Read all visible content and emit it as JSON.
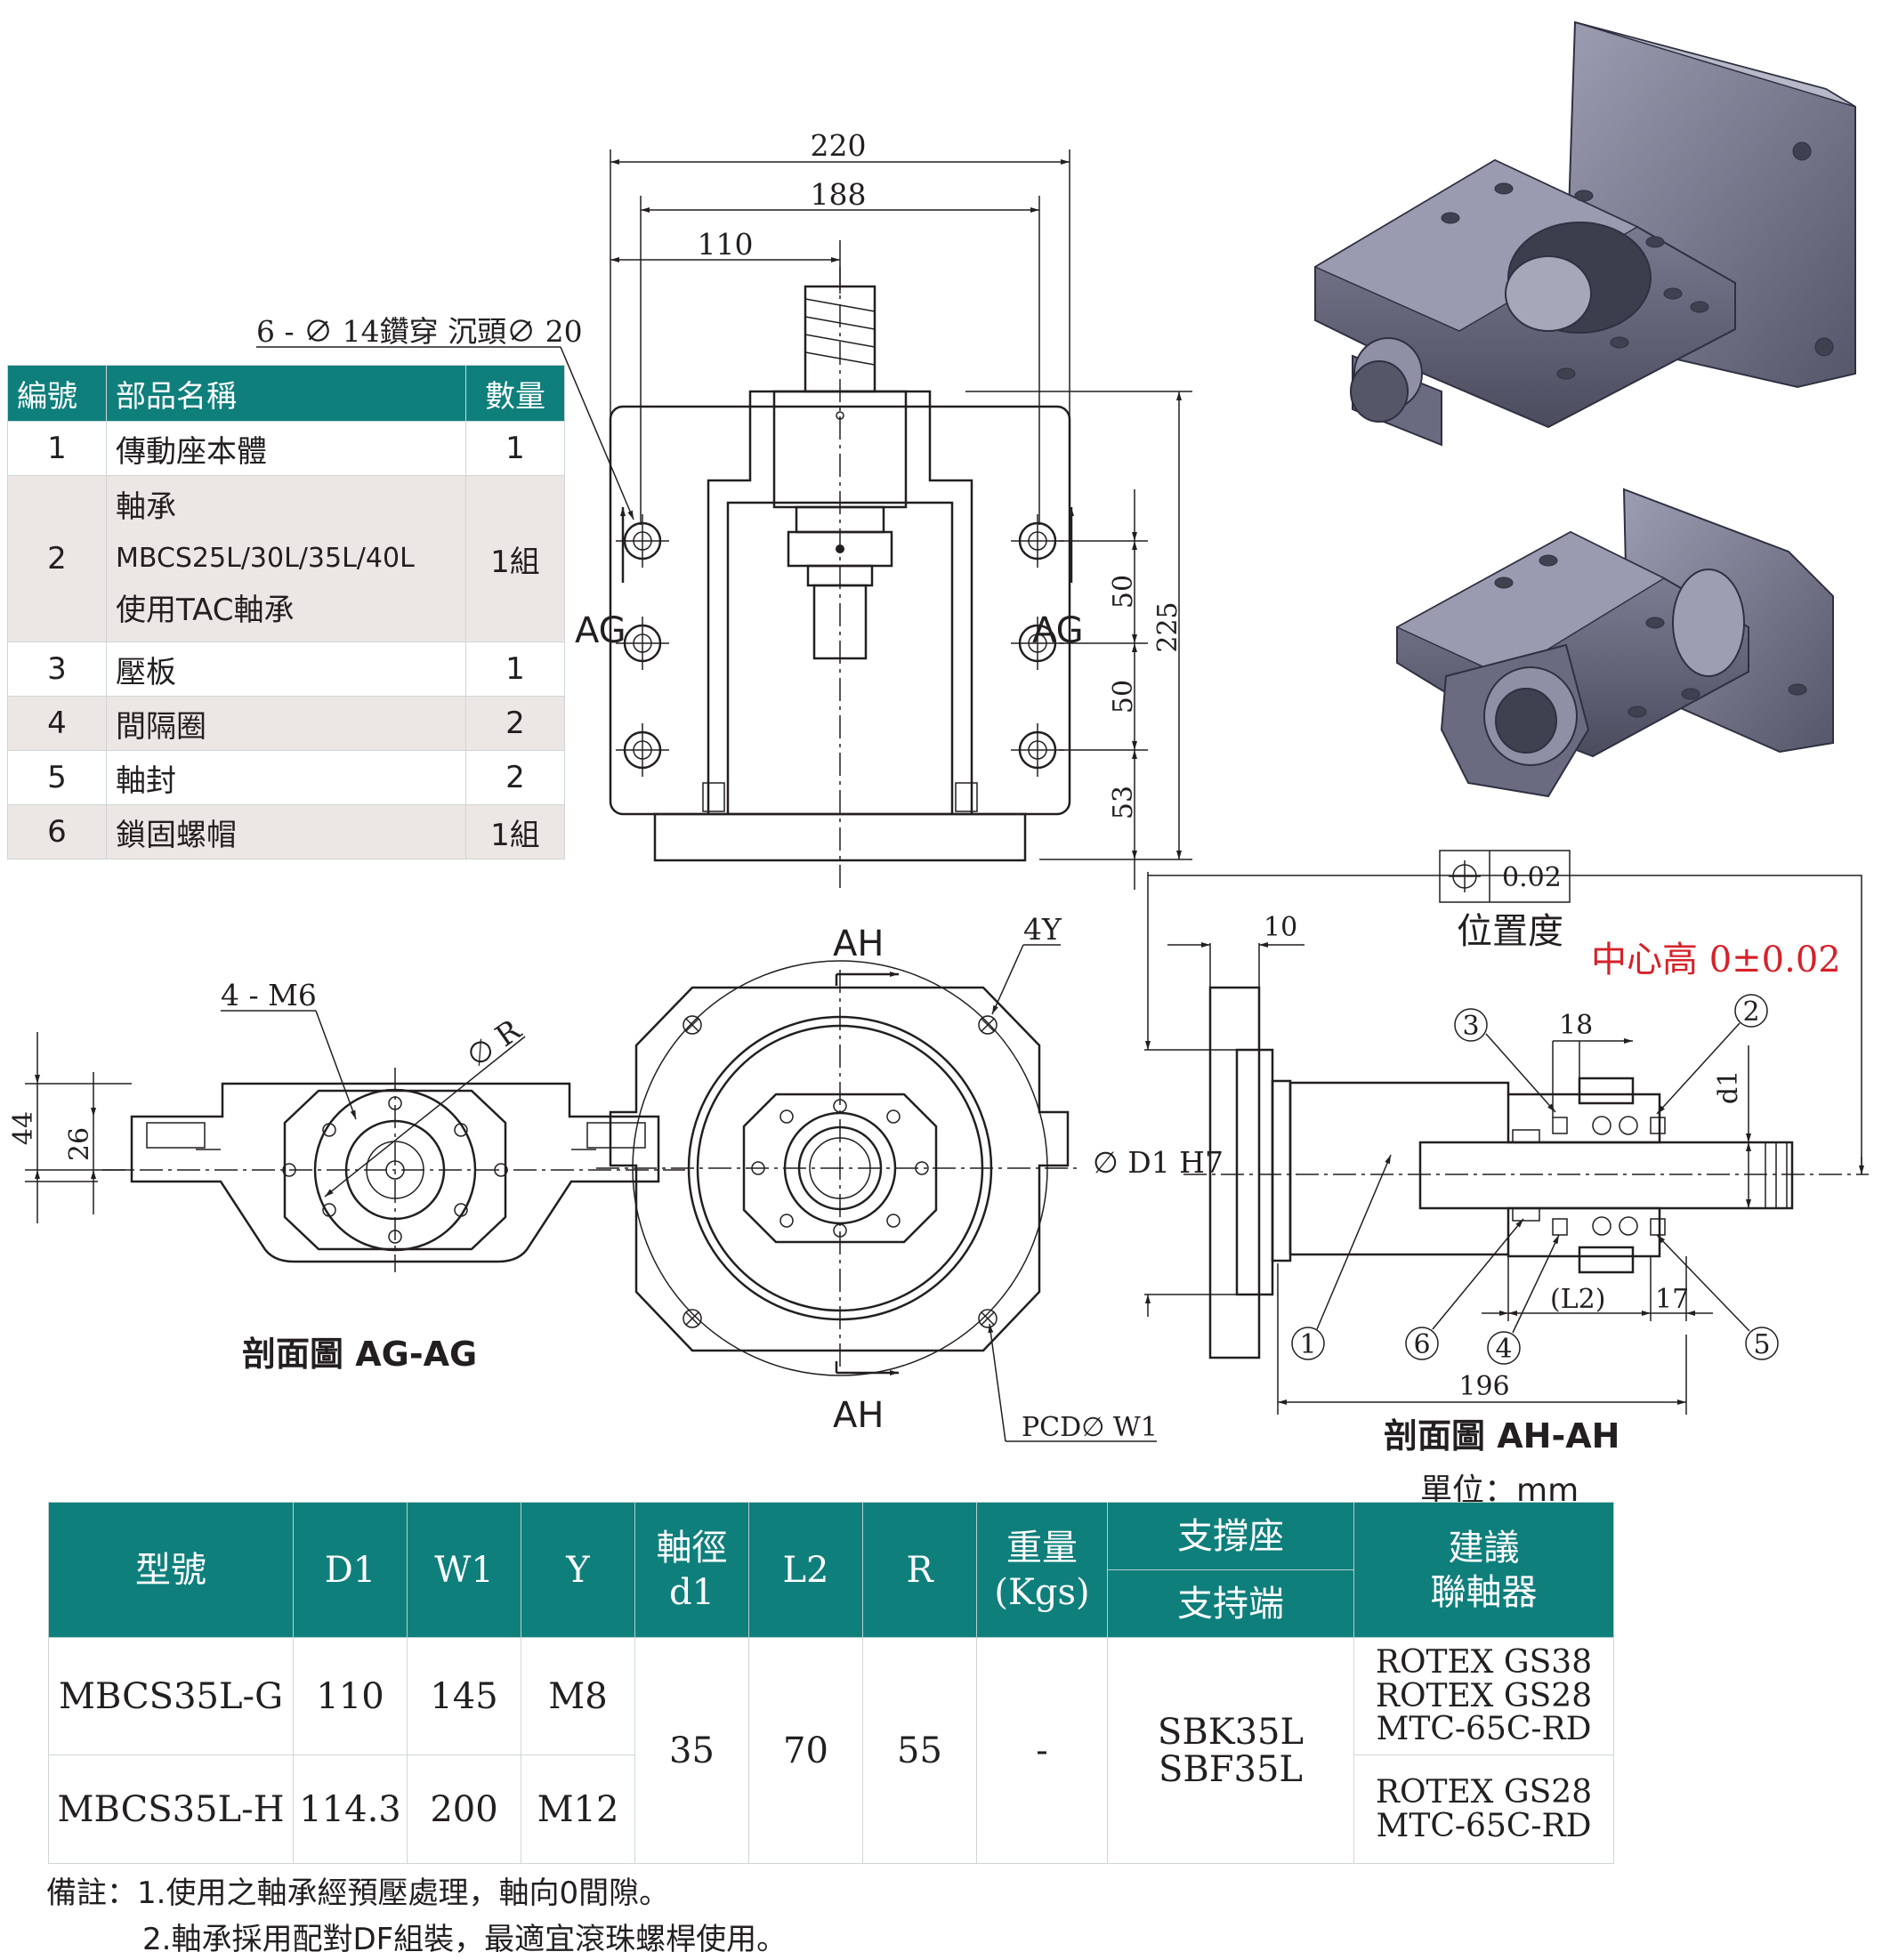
{
  "dimensions": {
    "d220": "220",
    "d188": "188",
    "d110": "110",
    "d225": "225",
    "d50a": "50",
    "d50b": "50",
    "d53": "53",
    "d10": "10",
    "d18": "18",
    "d196": "196",
    "d17": "17",
    "dL2": "(L2)",
    "d44": "44",
    "d26": "26"
  },
  "labels": {
    "holes": "6 - ∅ 14鑽穿 沉頭∅ 20",
    "m6": "4 - M6",
    "phiR": "∅ R",
    "y4": "4Y",
    "pcd": "PCD∅ W1",
    "d1h7": "∅ D1 H7",
    "d1": "d1",
    "ag_left": "AG",
    "ag_right": "AG",
    "ah_top": "AH",
    "ah_bottom": "AH",
    "tolerance": "0.02",
    "position_degree": "位置度",
    "center_height": "中心高 0±0.02",
    "section_ag": "剖面圖 AG-AG",
    "section_ah": "剖面圖 AH-AH",
    "balloons": [
      "1",
      "2",
      "3",
      "4",
      "5",
      "6"
    ]
  },
  "parts_table": {
    "headers": [
      "編號",
      "部品名稱",
      "數量"
    ],
    "rows": [
      {
        "no": "1",
        "name": "傳動座本體",
        "qty": "1"
      },
      {
        "no": "2",
        "name_l1": "軸承",
        "name_l2": "MBCS25L/30L/35L/40L",
        "name_l3": "使用TAC軸承",
        "qty": "1組"
      },
      {
        "no": "3",
        "name": "壓板",
        "qty": "1"
      },
      {
        "no": "4",
        "name": "間隔圈",
        "qty": "2"
      },
      {
        "no": "5",
        "name": "軸封",
        "qty": "2"
      },
      {
        "no": "6",
        "name": "鎖固螺帽",
        "qty": "1組"
      }
    ]
  },
  "unit": "單位：mm",
  "spec_table": {
    "headers": {
      "model": "型號",
      "d1": "D1",
      "w1": "W1",
      "y": "Y",
      "shaft_l1": "軸徑",
      "shaft_l2": "d1",
      "l2": "L2",
      "r": "R",
      "weight_l1": "重量",
      "weight_l2": "(Kgs)",
      "support_seat": "支撐座",
      "support_end": "支持端",
      "coupling_l1": "建議",
      "coupling_l2": "聯軸器"
    },
    "rows": [
      {
        "model": "MBCS35L-G",
        "d1": "110",
        "w1": "145",
        "y": "M8",
        "coupling": [
          "ROTEX  GS38",
          "ROTEX  GS28",
          "MTC-65C-RD"
        ]
      },
      {
        "model": "MBCS35L-H",
        "d1": "114.3",
        "w1": "200",
        "y": "M12",
        "coupling": [
          "ROTEX  GS28",
          "MTC-65C-RD"
        ]
      }
    ],
    "shared": {
      "d1": "35",
      "l2": "70",
      "r": "55",
      "weight": "-",
      "support_l1": "SBK35L",
      "support_l2": "SBF35L"
    }
  },
  "notes": {
    "n1": "備註：1.使用之軸承經預壓處理，軸向0間隙。",
    "n2": "2.軸承採用配對DF組裝，最適宜滾珠螺桿使用。"
  },
  "colors": {
    "header": "#0f7f7c",
    "alt_row": "#ece6e4",
    "accent_red": "#d5222a",
    "render_body": "#6a6b80"
  }
}
